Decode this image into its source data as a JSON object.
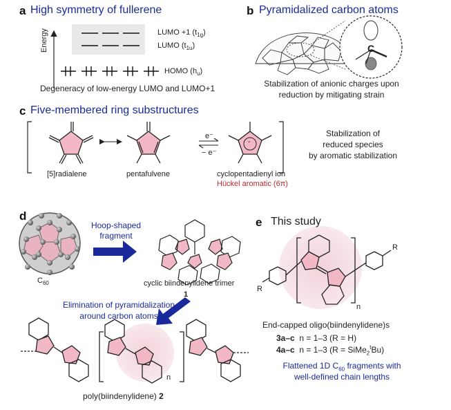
{
  "panel_a": {
    "letter": "a",
    "title": "High symmetry of fullerene",
    "axis_label": "Energy",
    "lumo1": "LUMO +1 (t",
    "lumo1_sub": "1g",
    "lumo": "LUMO (t",
    "lumo_sub": "1u",
    "homo": "HOMO (h",
    "homo_sub": "u",
    "caption": "Degeneracy of low-energy LUMO and LUMO+1"
  },
  "panel_b": {
    "letter": "b",
    "title": "Pyramidalized carbon atoms",
    "atom": "C",
    "caption_line1": "Stabilization of anionic charges upon",
    "caption_line2": "reduction by mitigating strain"
  },
  "panel_c": {
    "letter": "c",
    "title": "Five-membered ring substructures",
    "radialene": "[5]radialene",
    "pentafulvene": "pentafulvene",
    "cp_ion": "cyclopentadienyl ion",
    "huckel": "Hückel aromatic (6π)",
    "e_top": "e⁻",
    "e_bottom": "− e⁻",
    "minus": "-",
    "stab1": "Stabilization of",
    "stab2": "reduced species",
    "stab3": "by aromatic stabilization"
  },
  "panel_d": {
    "letter": "d",
    "hoop1": "Hoop-shaped",
    "hoop2": "fragment",
    "c60": "C",
    "c60_sub": "60",
    "trimer": "cyclic biindenylidene trimer",
    "trimer_num": "1",
    "elim1": "Elimination of pyramidalization",
    "elim2": "around carbon atoms",
    "poly": "poly(biindenylidene) ",
    "poly_num": "2",
    "n": "n"
  },
  "panel_e": {
    "letter": "e",
    "title": "This study",
    "R": "R",
    "n": "n",
    "endcap": "End-capped oligo(biindenylidene)s",
    "s3_label": "3a–c",
    "s3_text": "n = 1–3 (R = H)",
    "s4_label": "4a–c",
    "s4_text_pre": "n = 1–3 (R = SiMe",
    "s4_sub": "2",
    "s4_sup": "t",
    "s4_text_post": "Bu)",
    "flat1_pre": "Flattened 1D C",
    "flat1_sub": "60",
    "flat1_post": " fragments with",
    "flat2": "well-defined chain lengths"
  },
  "colors": {
    "title_blue": "#1a2a9a",
    "arrow_blue": "#1a2a9a",
    "ring_pink": "#f2b8c6",
    "glow_pink": "#f6dde3",
    "aromatic_red": "#c0282e"
  }
}
